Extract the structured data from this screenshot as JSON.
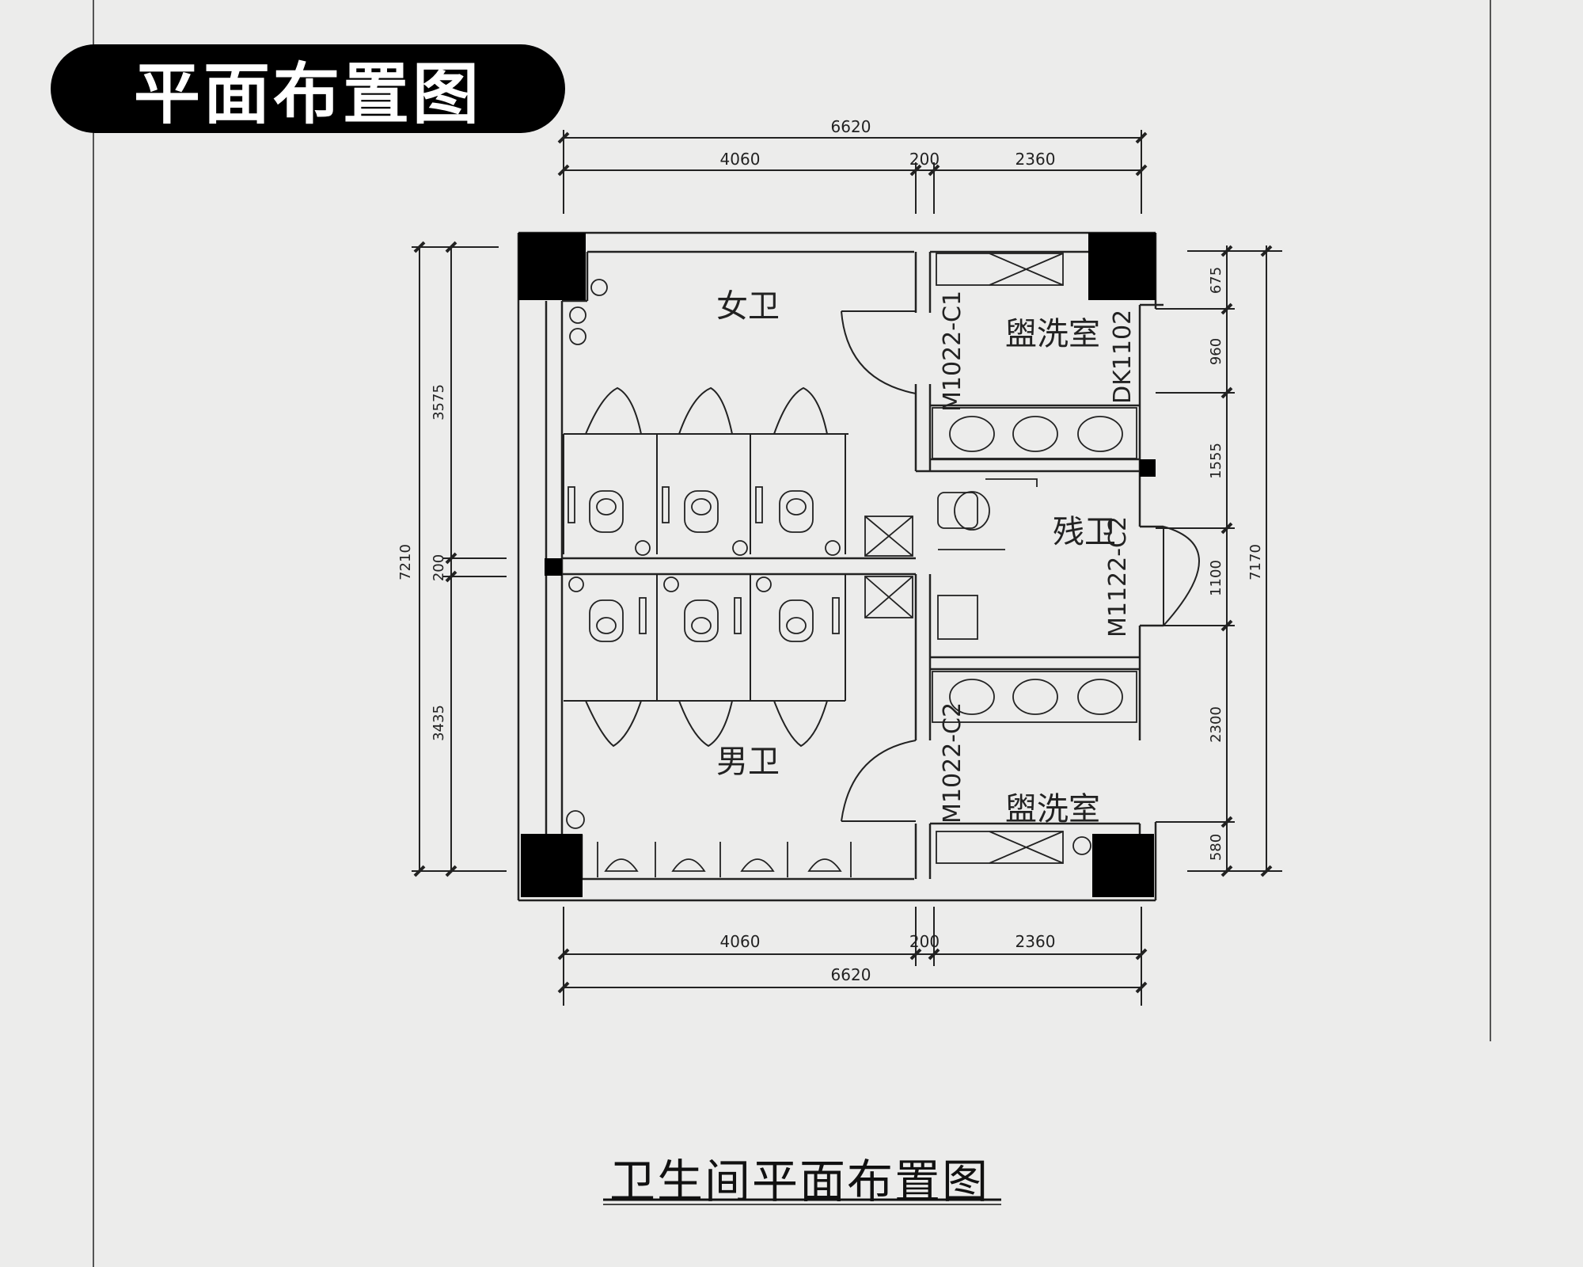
{
  "badge_title": "平面布置图",
  "caption": "卫生间平面布置图",
  "rooms": {
    "women": "女卫",
    "men": "男卫",
    "wash_top": "盥洗室",
    "wash_bottom": "盥洗室",
    "accessible": "残卫"
  },
  "codes": {
    "door_top": "M1022-C1",
    "door_bottom": "M1022-C2",
    "dk": "DK1102",
    "door_accessible": "M1122-C2"
  },
  "dimensions": {
    "top_total": "6620",
    "top_a": "4060",
    "top_b": "200",
    "top_c": "2360",
    "bottom_a": "4060",
    "bottom_b": "200",
    "bottom_c": "2360",
    "bottom_total": "6620",
    "left_total": "7210",
    "left_a": "3575",
    "left_b": "200",
    "left_c": "3435",
    "right_total": "7170",
    "right_a": "675",
    "right_b": "960",
    "right_c": "1555",
    "right_d": "1100",
    "right_e": "2300",
    "right_f": "580"
  }
}
